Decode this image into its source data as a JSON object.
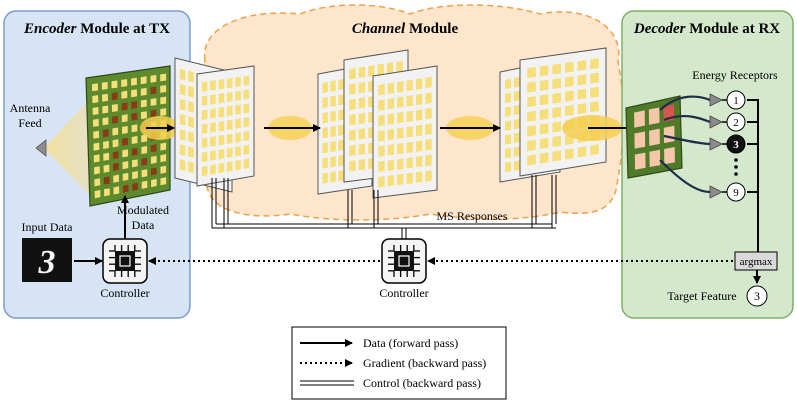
{
  "modules": {
    "encoder": {
      "title_em": "Encoder",
      "title_rest": " Module at TX",
      "bg": "#d6e4f6",
      "border": "#7b9ccb"
    },
    "channel": {
      "title_em": "Channel",
      "title_rest": " Module",
      "bg": "#fde6cc",
      "border": "#f0a14a"
    },
    "decoder": {
      "title_em": "Decoder",
      "title_rest": " Module at RX",
      "bg": "#d4e8cc",
      "border": "#7cb06a"
    }
  },
  "labels": {
    "antenna_feed_1": "Antenna",
    "antenna_feed_2": "Feed",
    "modulated_1": "Modulated",
    "modulated_2": "Data",
    "input_data": "Input Data",
    "input_digit": "3",
    "controller_tx": "Controller",
    "controller_mid": "Controller",
    "ms_responses": "MS Responses",
    "energy_receptors": "Energy Receptors",
    "argmax": "argmax",
    "target_feature": "Target Feature",
    "target_value": "3"
  },
  "receptors": [
    "1",
    "2",
    "3",
    "9"
  ],
  "receptor_active": "3",
  "legend": {
    "data": "Data (forward pass)",
    "gradient": "Gradient (backward pass)",
    "control": "Control (backward pass)"
  },
  "colors": {
    "pcb_green": "#5e8a2e",
    "pcb_dark": "#2f4a17",
    "cell_yellow": "#f6df7a",
    "cell_brown": "#8a3a14",
    "panel_face": "#f2f2f2",
    "beam": "#f5cf4f"
  }
}
